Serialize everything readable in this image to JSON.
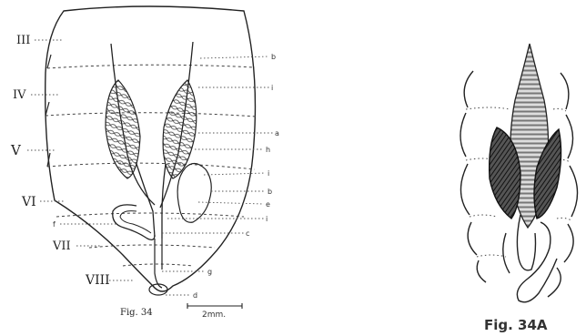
{
  "figure_left": {
    "caption": "Fig. 34",
    "segments": [
      "III",
      "IV",
      "V",
      "VI",
      "VII",
      "VIII"
    ],
    "right_labels": [
      "b",
      "i",
      "a",
      "h",
      "i",
      "b",
      "e",
      "i",
      "c"
    ],
    "left_label_f": "f",
    "bottom_labels": {
      "g": "g",
      "d": "d"
    },
    "scale_label": "2mm."
  },
  "figure_right": {
    "caption": "Fig. 34A"
  }
}
